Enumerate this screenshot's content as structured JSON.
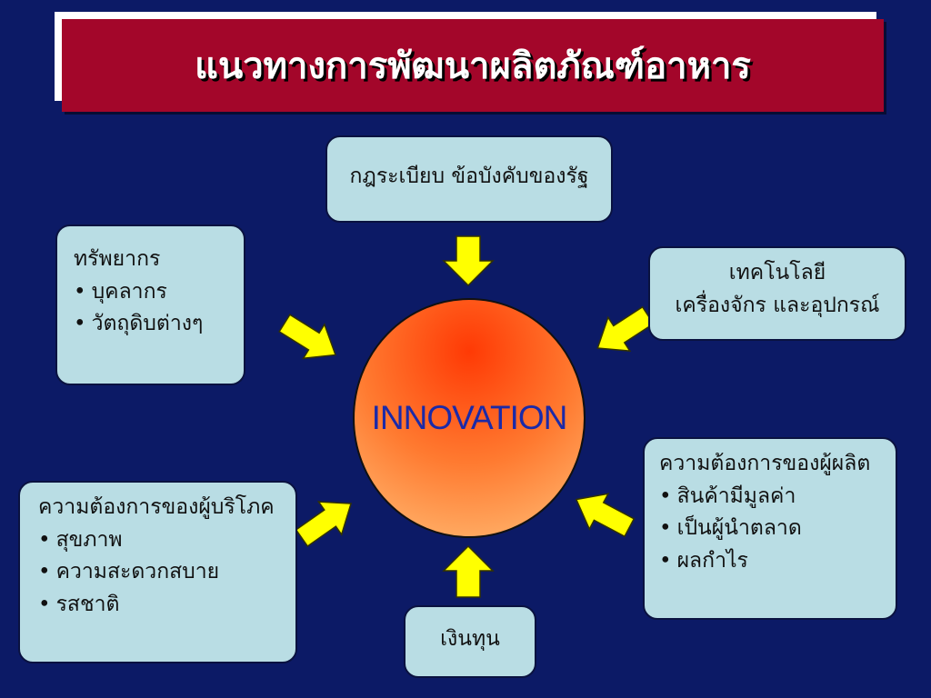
{
  "title": "แนวทางการพัฒนาผลิตภัณฑ์อาหาร",
  "center_label": "INNOVATION",
  "boxes": {
    "regulation": {
      "lines": [
        "กฎระเบียบ ข้อบังคับของรัฐ"
      ]
    },
    "technology": {
      "lines": [
        "เทคโนโลยี",
        "เครื่องจักร และอุปกรณ์"
      ]
    },
    "resources": {
      "heading": "ทรัพยากร",
      "bullets": [
        "บุคลากร",
        "วัตถุดิบต่างๆ"
      ]
    },
    "consumer": {
      "heading": "ความต้องการของผู้บริโภค",
      "bullets": [
        "สุขภาพ",
        "ความสะดวกสบาย",
        "รสชาติ"
      ]
    },
    "producer": {
      "heading": "ความต้องการของผู้ผลิต",
      "bullets": [
        "สินค้ามีมูลค่า",
        "เป็นผู้นำตลาด",
        "ผลกำไร"
      ]
    },
    "capital": {
      "lines": [
        "เงินทุน"
      ]
    }
  },
  "colors": {
    "background": "#0c1a66",
    "title_bar": "#a3062a",
    "box_fill": "#b9dde4",
    "arrow": "#ffff00",
    "circle_inner": "#ff3a05",
    "circle_outer": "#ffb36b",
    "center_text": "#1b2aa8"
  }
}
